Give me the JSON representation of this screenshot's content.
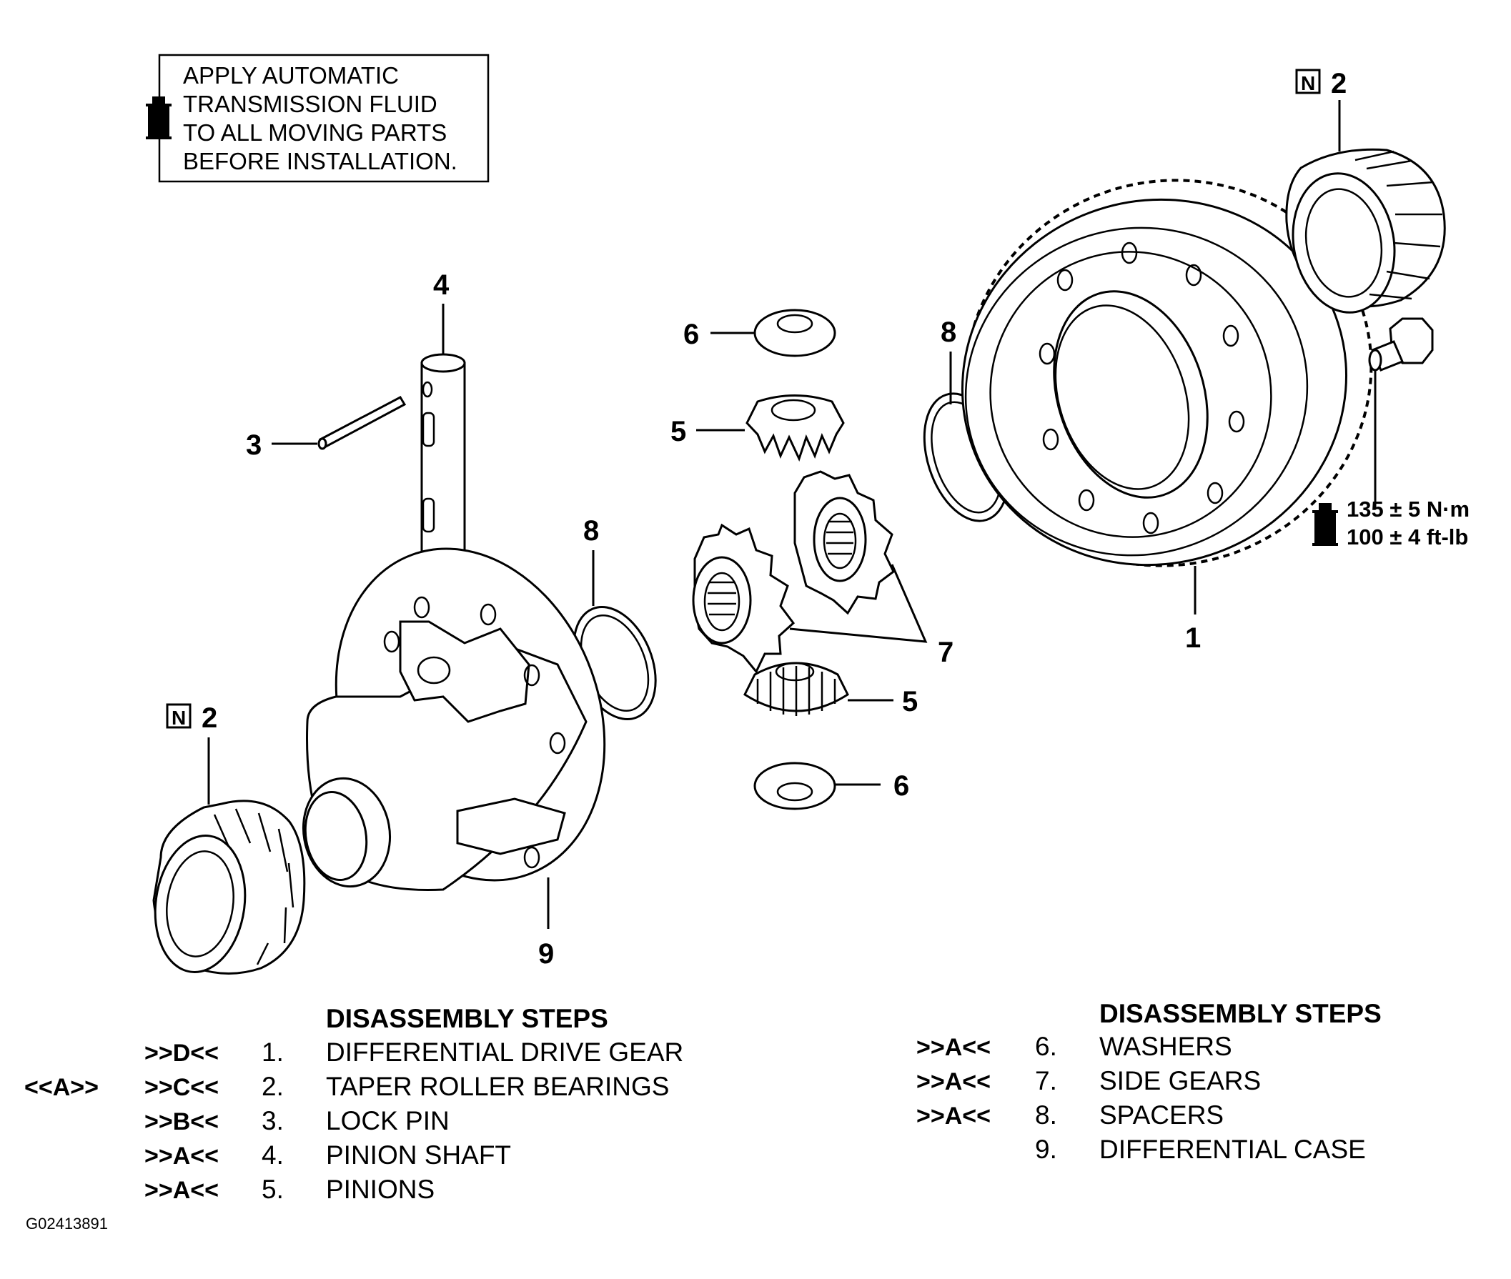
{
  "note": {
    "lines": [
      "APPLY AUTOMATIC",
      "TRANSMISSION FLUID",
      "TO ALL MOVING PARTS",
      "BEFORE INSTALLATION."
    ],
    "icon": "oil-can-icon"
  },
  "torque": {
    "metric": "135 ± 5 N·m",
    "imperial": "100 ± 4 ft-lb",
    "icon": "oil-can-icon"
  },
  "callouts": {
    "c1": "1",
    "c2_top": "2",
    "c2_bottom": "2",
    "c3": "3",
    "c4": "4",
    "c5_top": "5",
    "c5_bottom": "5",
    "c6_top": "6",
    "c6_bottom": "6",
    "c7": "7",
    "c8_left": "8",
    "c8_right": "8",
    "c9": "9",
    "n_badge": "N"
  },
  "steps_left": {
    "title": "DISASSEMBLY STEPS",
    "items": [
      {
        "service": "",
        "code": ">>D<<",
        "num": "1.",
        "label": "DIFFERENTIAL DRIVE GEAR"
      },
      {
        "service": "<<A>>",
        "code": ">>C<<",
        "num": "2.",
        "label": "TAPER ROLLER BEARINGS"
      },
      {
        "service": "",
        "code": ">>B<<",
        "num": "3.",
        "label": "LOCK PIN"
      },
      {
        "service": "",
        "code": ">>A<<",
        "num": "4.",
        "label": "PINION SHAFT"
      },
      {
        "service": "",
        "code": ">>A<<",
        "num": "5.",
        "label": "PINIONS"
      }
    ]
  },
  "steps_right": {
    "title": "DISASSEMBLY STEPS",
    "items": [
      {
        "code": ">>A<<",
        "num": "6.",
        "label": "WASHERS"
      },
      {
        "code": ">>A<<",
        "num": "7.",
        "label": "SIDE GEARS"
      },
      {
        "code": ">>A<<",
        "num": "8.",
        "label": "SPACERS"
      },
      {
        "code": "",
        "num": "9.",
        "label": "DIFFERENTIAL CASE"
      }
    ]
  },
  "figure_id": "G02413891"
}
